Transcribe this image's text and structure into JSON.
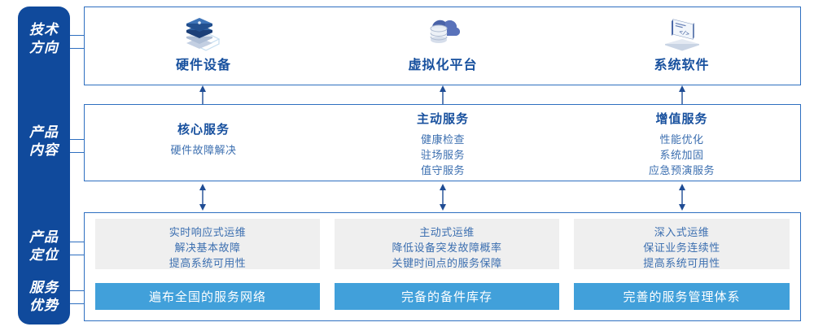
{
  "rail": {
    "labels": [
      {
        "name": "technology-direction",
        "line1": "技术",
        "line2": "方向"
      },
      {
        "name": "product-content",
        "line1": "产品",
        "line2": "内容"
      },
      {
        "name": "product-positioning",
        "line1": "产品",
        "line2": "定位"
      },
      {
        "name": "service-advantage",
        "line1": "服务",
        "line2": "优势"
      }
    ],
    "background_color": "#104A9C",
    "text_color": "#FFFFFF"
  },
  "technology": {
    "columns": [
      {
        "icon": "server-stack-icon",
        "title": "硬件设备"
      },
      {
        "icon": "cloud-database-icon",
        "title": "虚拟化平台"
      },
      {
        "icon": "laptop-code-icon",
        "title": "系统软件"
      }
    ]
  },
  "product_content": {
    "columns": [
      {
        "title": "核心服务",
        "items": [
          "硬件故障解决"
        ]
      },
      {
        "title": "主动服务",
        "items": [
          "健康检查",
          "驻场服务",
          "值守服务"
        ]
      },
      {
        "title": "增值服务",
        "items": [
          "性能优化",
          "系统加固",
          "应急预演服务"
        ]
      }
    ]
  },
  "product_positioning": {
    "cards": [
      {
        "lines": [
          "实时响应式运维",
          "解决基本故障",
          "提高系统可用性"
        ]
      },
      {
        "lines": [
          "主动式运维",
          "降低设备突发故障概率",
          "关键时间点的服务保障"
        ]
      },
      {
        "lines": [
          "深入式运维",
          "保证业务连续性",
          "提高系统可用性"
        ]
      }
    ],
    "background_color": "#EFEFEF",
    "text_color": "#3C6FB0"
  },
  "service_advantage": {
    "bars": [
      {
        "label": "遍布全国的服务网络"
      },
      {
        "label": "完备的备件库存"
      },
      {
        "label": "完善的服务管理体系"
      }
    ],
    "background_color": "#41A0DA",
    "text_color": "#FFFFFF"
  },
  "colors": {
    "accent_dark_blue": "#104A9C",
    "border_blue": "#2E6FC0",
    "title_blue": "#17509E",
    "body_blue": "#3C6FB0",
    "light_blue": "#41A0DA",
    "grey_card": "#EFEFEF"
  }
}
